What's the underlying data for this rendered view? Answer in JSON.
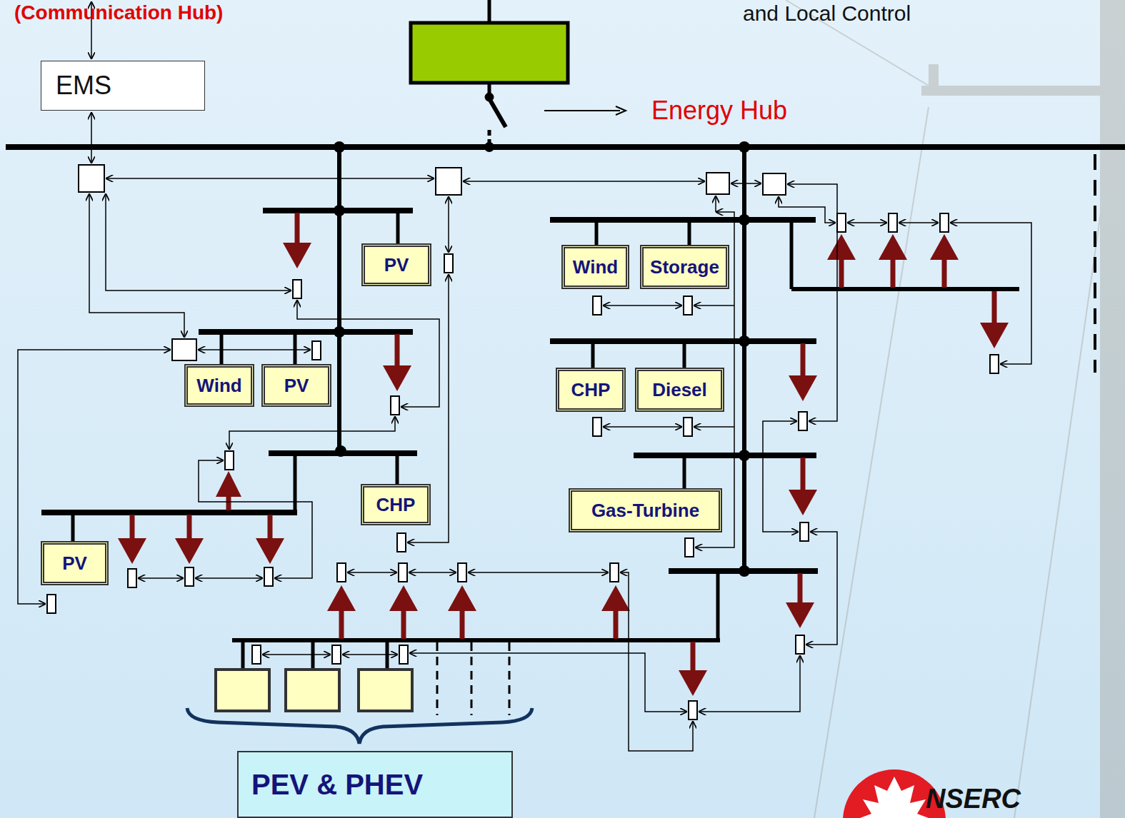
{
  "diagram": {
    "nodes": [
      {
        "text": [
          "EMS"
        ]
      },
      {
        "text": [
          "PV"
        ]
      },
      {
        "text": [
          "Wind"
        ]
      },
      {
        "text": [
          "Storage"
        ]
      },
      {
        "text": [
          "Wind"
        ]
      },
      {
        "text": [
          "PV"
        ]
      },
      {
        "text": [
          "CHP"
        ]
      },
      {
        "text": [
          "Diesel"
        ]
      },
      {
        "text": [
          "CHP"
        ]
      },
      {
        "text": [
          "Gas-Turbine"
        ]
      },
      {
        "text": [
          "PV"
        ]
      },
      {
        "text": [
          "PEV & PHEV"
        ]
      }
    ],
    "labels": [
      "(Communication Hub)",
      "and Local Control",
      "Energy Hub",
      "NSERC"
    ]
  }
}
